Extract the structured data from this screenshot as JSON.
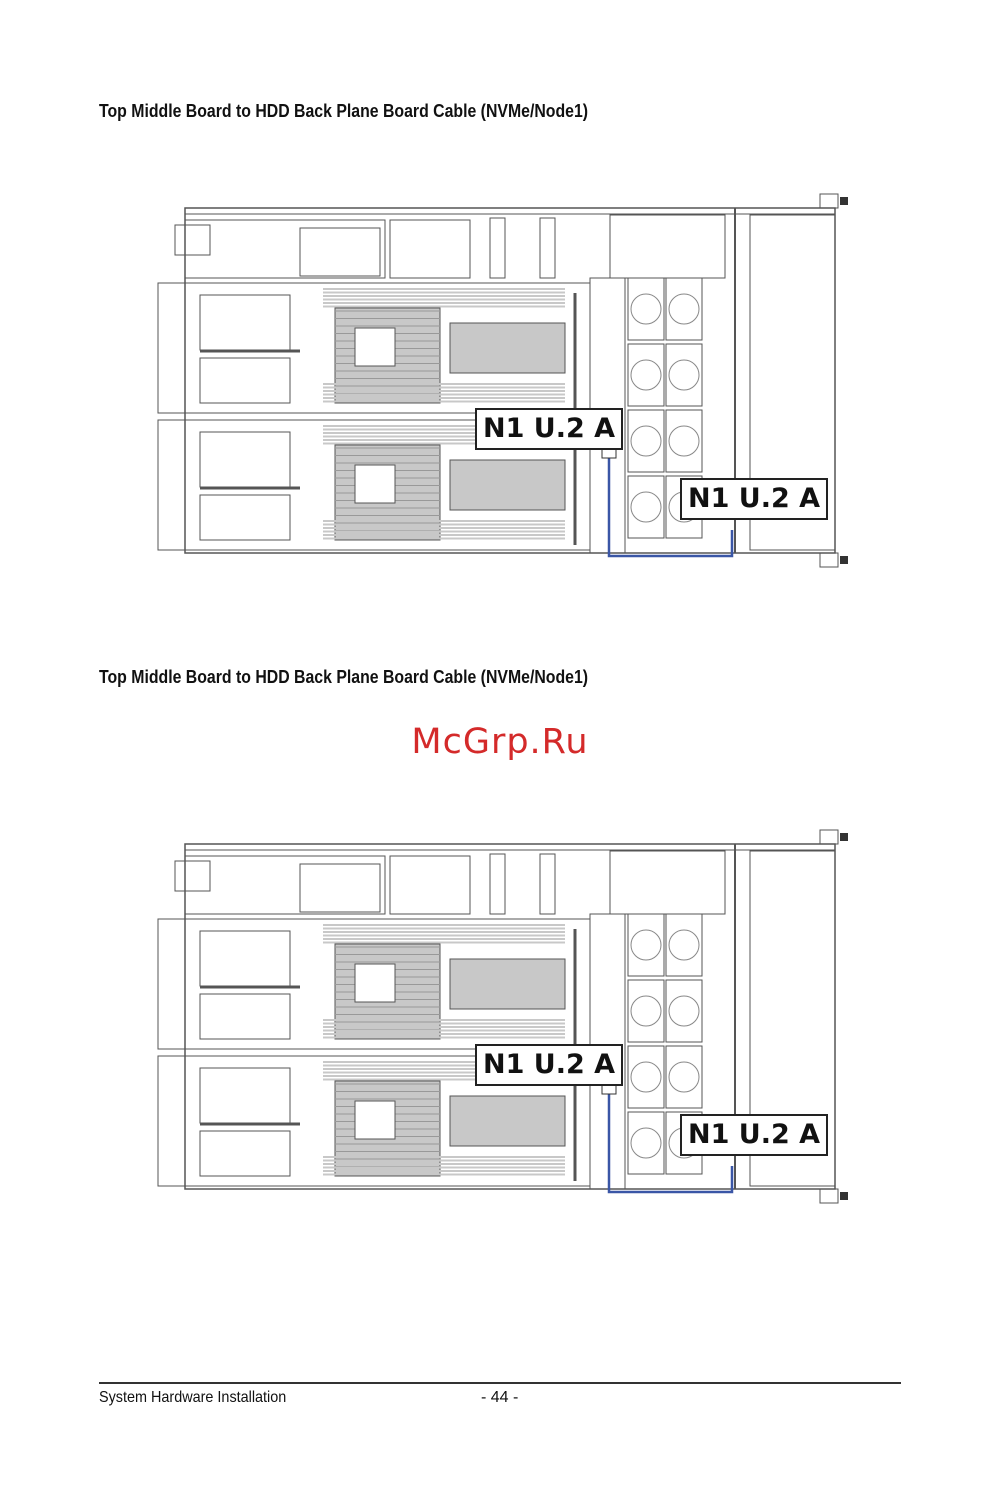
{
  "sections": [
    {
      "heading": "Top Middle Board to HDD Back Plane Board Cable (NVMe/Node1)",
      "callout_upper": "N1 U.2 A",
      "callout_lower": "N1 U.2 A"
    },
    {
      "heading": "Top Middle Board to HDD Back Plane Board Cable (NVMe/Node1)",
      "callout_upper": "N1 U.2 A",
      "callout_lower": "N1 U.2 A"
    }
  ],
  "watermark": "McGrp.Ru",
  "footer": {
    "section_title": "System Hardware Installation",
    "page_number": "- 44 -"
  },
  "colors": {
    "cable": "#3a56a6",
    "line": "#555555",
    "fill": "#c8c8c8",
    "watermark": "#d42a2a"
  }
}
